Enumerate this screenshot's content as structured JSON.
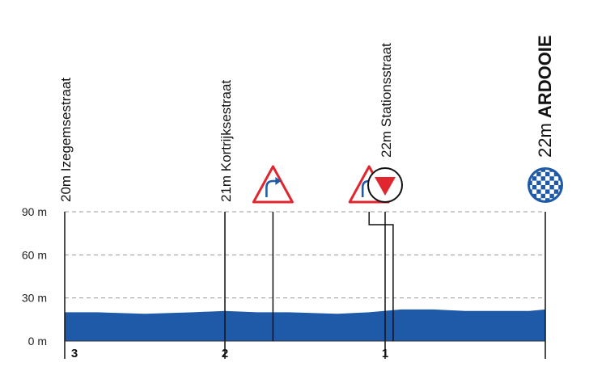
{
  "chart_data": {
    "type": "area",
    "title": "",
    "xlabel": "",
    "ylabel": "",
    "ylim": [
      0,
      90
    ],
    "y_ticks": [
      {
        "value": 0,
        "label": "0 m"
      },
      {
        "value": 30,
        "label": "30 m"
      },
      {
        "value": 60,
        "label": "60 m"
      },
      {
        "value": 90,
        "label": "90 m"
      }
    ],
    "xlim": [
      3,
      0
    ],
    "x_ticks": [
      {
        "value": 3,
        "label": "3"
      },
      {
        "value": 2,
        "label": "2"
      },
      {
        "value": 1,
        "label": "1"
      }
    ],
    "grid": true,
    "fill_color": "#1e5aa8",
    "profile": {
      "x": [
        3.0,
        2.8,
        2.5,
        2.2,
        2.0,
        1.8,
        1.6,
        1.3,
        1.1,
        0.9,
        0.7,
        0.5,
        0.3,
        0.1,
        0.0
      ],
      "y": [
        20,
        20,
        19,
        20,
        21,
        20,
        20,
        19,
        20,
        22,
        22,
        21,
        21,
        21,
        22
      ]
    },
    "points": [
      {
        "km": 3.0,
        "line_top": 90,
        "label": "20m Izegemsestraat",
        "label_value": "20m",
        "label_name": "Izegemsestraat"
      },
      {
        "km": 2.0,
        "line_top": 90,
        "label": "21m Kortrijksestraat",
        "label_value": "21m",
        "label_name": "Kortrijksestraat"
      },
      {
        "km": 1.0,
        "line_top": 90,
        "label": "22m Stationsstraat",
        "label_value": "22m",
        "label_name": "Stationsstraat"
      },
      {
        "km": 0.0,
        "line_top": 90,
        "label": "22m ARDOOIE",
        "label_value": "22m",
        "label_name": "ARDOOIE"
      }
    ],
    "markers": [
      {
        "km": 1.7,
        "kind": "turn-right-sign"
      },
      {
        "km": 1.1,
        "kind": "turn-right-sign"
      },
      {
        "km": 1.0,
        "kind": "last-km-triangle"
      },
      {
        "km": 0.0,
        "kind": "finish-flag"
      }
    ]
  }
}
